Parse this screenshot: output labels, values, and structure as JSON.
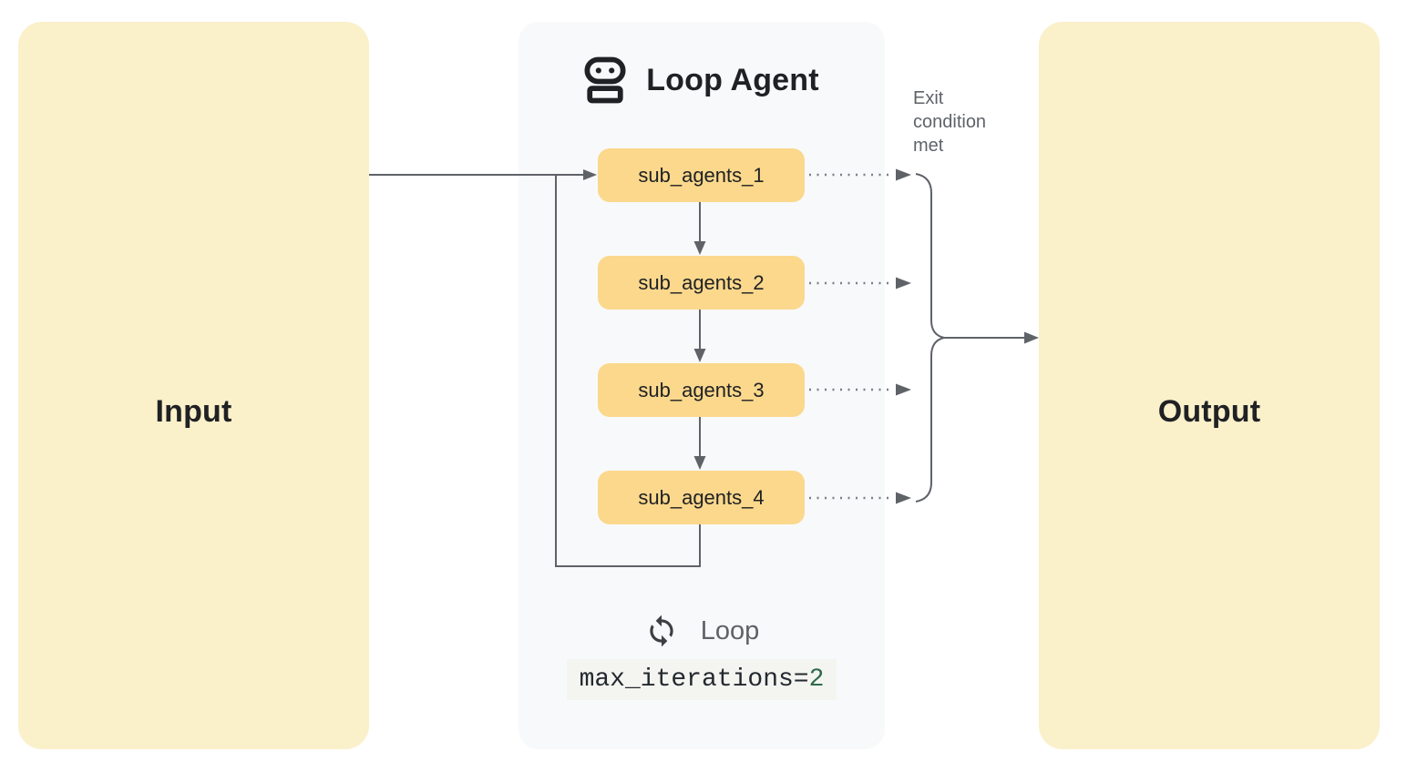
{
  "input": {
    "label": "Input"
  },
  "loop_agent": {
    "title": "Loop Agent",
    "sub_agents": [
      "sub_agents_1",
      "sub_agents_2",
      "sub_agents_3",
      "sub_agents_4"
    ],
    "loop": {
      "label": "Loop",
      "code_text": "max_iterations=",
      "code_value": "2"
    }
  },
  "exit_label": "Exit condition met",
  "output": {
    "label": "Output"
  },
  "icons": {
    "robot": "robot-icon",
    "loop": "loop-sync-icon"
  },
  "colors": {
    "container_fill": "#FAF0CA",
    "panel_fill": "#F8F9FA",
    "sub_agent_fill": "#FBD88C",
    "connector": "#5F6368",
    "text_primary": "#202124",
    "text_secondary": "#5F6368",
    "code_value_green": "#2F6B4B",
    "code_bg": "#F4F5F1"
  }
}
